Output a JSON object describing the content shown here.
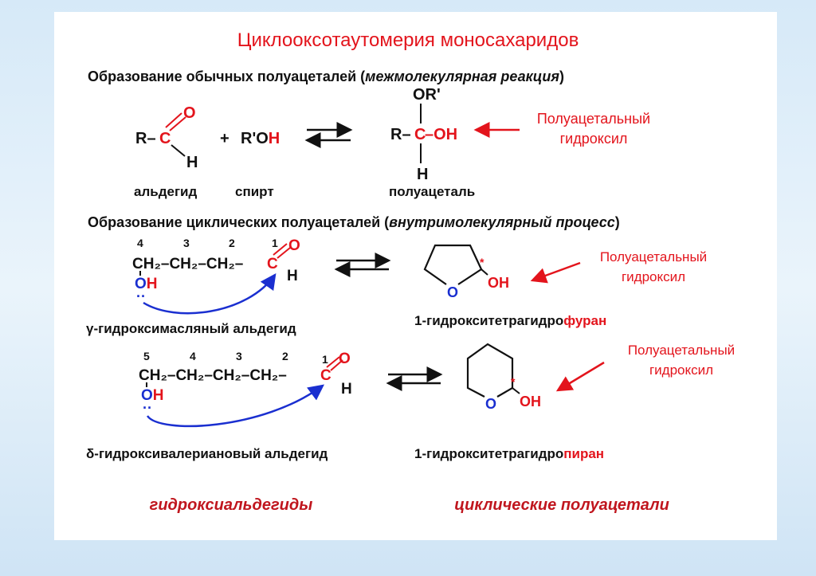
{
  "title": "Циклооксотаутомерия моносахаридов",
  "section1": {
    "heading": "Образование обычных полуацеталей (",
    "heading_italic": "межмолекулярная реакция",
    "heading_end": ")"
  },
  "reaction1": {
    "r": "R–",
    "c": "C",
    "o": "O",
    "h": "H",
    "plus": "+",
    "roh_black": "R'O",
    "roh_red": "H",
    "prod_r": "R–",
    "prod_c": "C",
    "prod_oh": "–OH",
    "prod_or": "OR'",
    "prod_h": "H",
    "label_aldehyde": "альдегид",
    "label_alcohol": "спирт",
    "label_product": "полуацеталь",
    "annotation_line1": "Полуацетальный",
    "annotation_line2": "гидроксил"
  },
  "section2": {
    "heading": "Образование циклических полуацеталей (",
    "heading_italic": "внутримолекулярный процесс",
    "heading_end": ")"
  },
  "reaction2": {
    "numbers": [
      "4",
      "3",
      "2",
      "1"
    ],
    "chain": "CH₂–CH₂–CH₂–",
    "c": "C",
    "o": "O",
    "h": "H",
    "oh_o": "O",
    "oh_h": "H",
    "lone_pair": "··",
    "ring_o": "O",
    "ring_oh": "OH",
    "star": "*",
    "label_reactant": "γ-гидроксимасляный альдегид",
    "label_product": "1-гидрокситетрагидро",
    "label_product_red": "фуран",
    "annotation_line1": "Полуацетальный",
    "annotation_line2": "гидроксил"
  },
  "reaction3": {
    "numbers": [
      "5",
      "4",
      "3",
      "2",
      "1"
    ],
    "chain": "CH₂–CH₂–CH₂–CH₂–",
    "c": "C",
    "o": "O",
    "h": "H",
    "oh_o": "O",
    "oh_h": "H",
    "lone_pair": "··",
    "ring_o": "O",
    "ring_oh": "OH",
    "star": "*",
    "label_reactant": "δ-гидроксивалериановый альдегид",
    "label_product": "1-гидрокситетрагидро",
    "label_product_red": "пиран",
    "annotation_line1": "Полуацетальный",
    "annotation_line2": "гидроксил"
  },
  "footer": {
    "left": "гидроксиальдегиды",
    "right": "циклические полуацетали"
  },
  "colors": {
    "red": "#e3141c",
    "blue": "#1a2fd0",
    "dark_red": "#c0161e"
  }
}
